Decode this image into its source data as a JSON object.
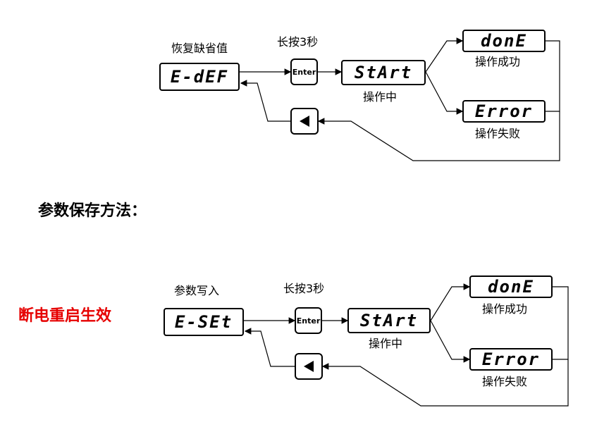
{
  "heading": "参数保存方法：",
  "note": "断电重启生效",
  "diagram1": {
    "title": "恢复缺省值",
    "hold_label": "长按3秒",
    "display_main": "E-dEF",
    "enter_key": "Enter",
    "display_start": "StArt",
    "in_progress": "操作中",
    "display_done": "donE",
    "success": "操作成功",
    "display_error": "Error",
    "fail": "操作失败"
  },
  "diagram2": {
    "title": "参数写入",
    "hold_label": "长按3秒",
    "display_main": "E-SEt",
    "enter_key": "Enter",
    "display_start": "StArt",
    "in_progress": "操作中",
    "display_done": "donE",
    "success": "操作成功",
    "display_error": "Error",
    "fail": "操作失败"
  }
}
